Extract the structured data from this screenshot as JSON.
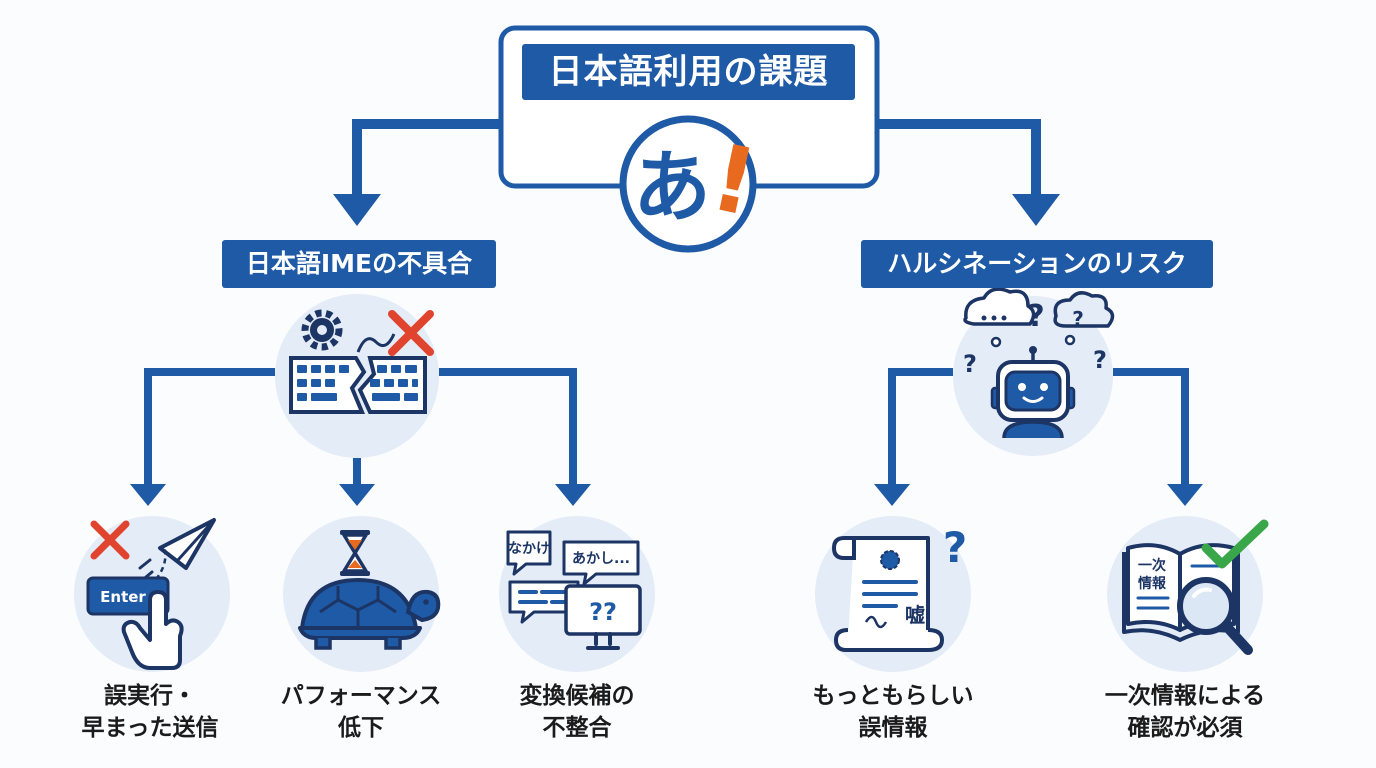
{
  "root": {
    "title": "日本語利用の課題",
    "icon_char": "あ",
    "icon_mark": "!"
  },
  "branches": [
    {
      "title": "日本語IMEの不具合",
      "icon": "broken-keyboard-with-gear-icon",
      "leaves": [
        {
          "line1": "誤実行・",
          "line2": "早まった送信",
          "icon": "enter-key-paper-plane-icon",
          "key_label": "Enter"
        },
        {
          "line1": "パフォーマンス",
          "line2": "低下",
          "icon": "turtle-hourglass-icon"
        },
        {
          "line1": "変換候補の",
          "line2": "不整合",
          "icon": "conversion-bubbles-icon",
          "bubble1": "なかけ",
          "bubble2": "あかし...",
          "bubble3": "??"
        }
      ]
    },
    {
      "title": "ハルシネーションのリスク",
      "icon": "confused-robot-icon",
      "leaves": [
        {
          "line1": "もっともらしい",
          "line2": "誤情報",
          "icon": "fake-certificate-icon",
          "stamp": "嘘"
        },
        {
          "line1": "一次情報による",
          "line2": "確認が必須",
          "icon": "book-magnifier-check-icon",
          "book_text1": "一次",
          "book_text2": "情報"
        }
      ]
    }
  ],
  "colors": {
    "primary": "#1f5aa6",
    "dark_navy": "#1c3565",
    "circle_bg": "#e3ecf7",
    "accent_orange": "#e86a1e",
    "error_red": "#e0442f",
    "success_green": "#3aa64a"
  }
}
